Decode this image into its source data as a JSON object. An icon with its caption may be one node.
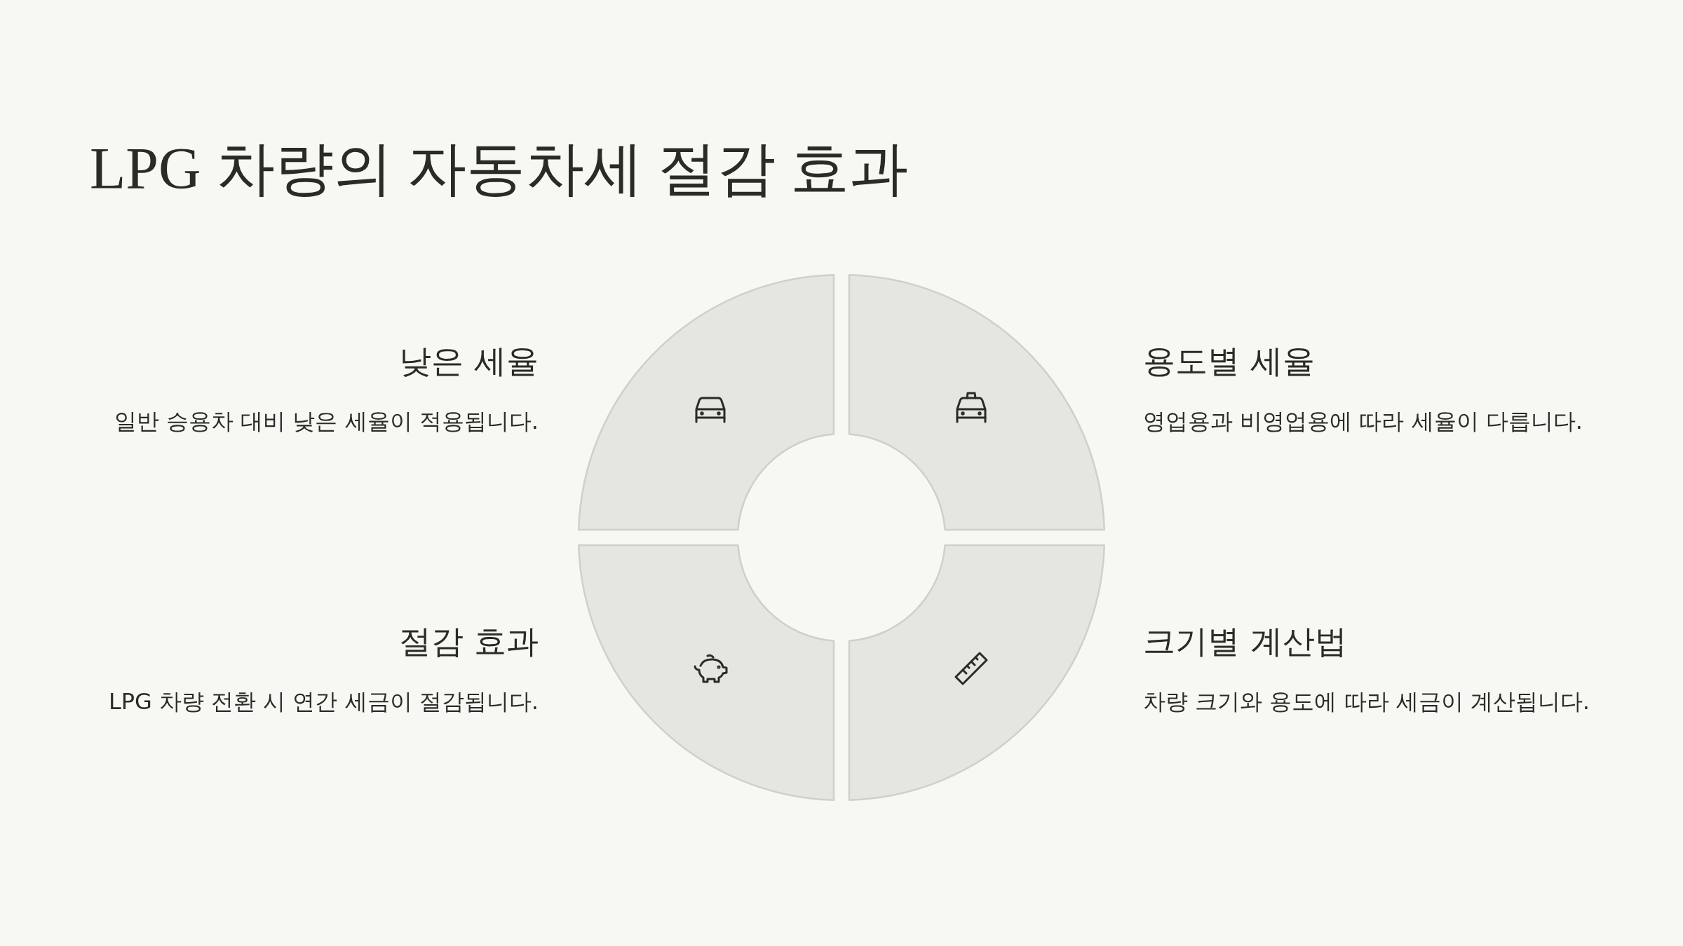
{
  "diagram": {
    "title": "LPG 차량의 자동차세 절감 효과",
    "nodes": [
      {
        "text": [],
        "shape": "sector",
        "beside": [
          "낮은 세율",
          "일반 승용차 대비 낮은 세율이 적용됩니다."
        ]
      },
      {
        "text": [],
        "shape": "sector",
        "beside": [
          "용도별 세율",
          "영업용과 비영업용에 따라 세율이 다릅니다."
        ]
      },
      {
        "text": [],
        "shape": "sector",
        "beside": [
          "절감 효과",
          "LPG 차량 전환 시 연간 세금이 절감됩니다."
        ]
      },
      {
        "text": [],
        "shape": "sector",
        "beside": [
          "크기별 계산법",
          "차량 크기와 용도에 따라 세금이 계산됩니다."
        ]
      }
    ],
    "edges": []
  }
}
